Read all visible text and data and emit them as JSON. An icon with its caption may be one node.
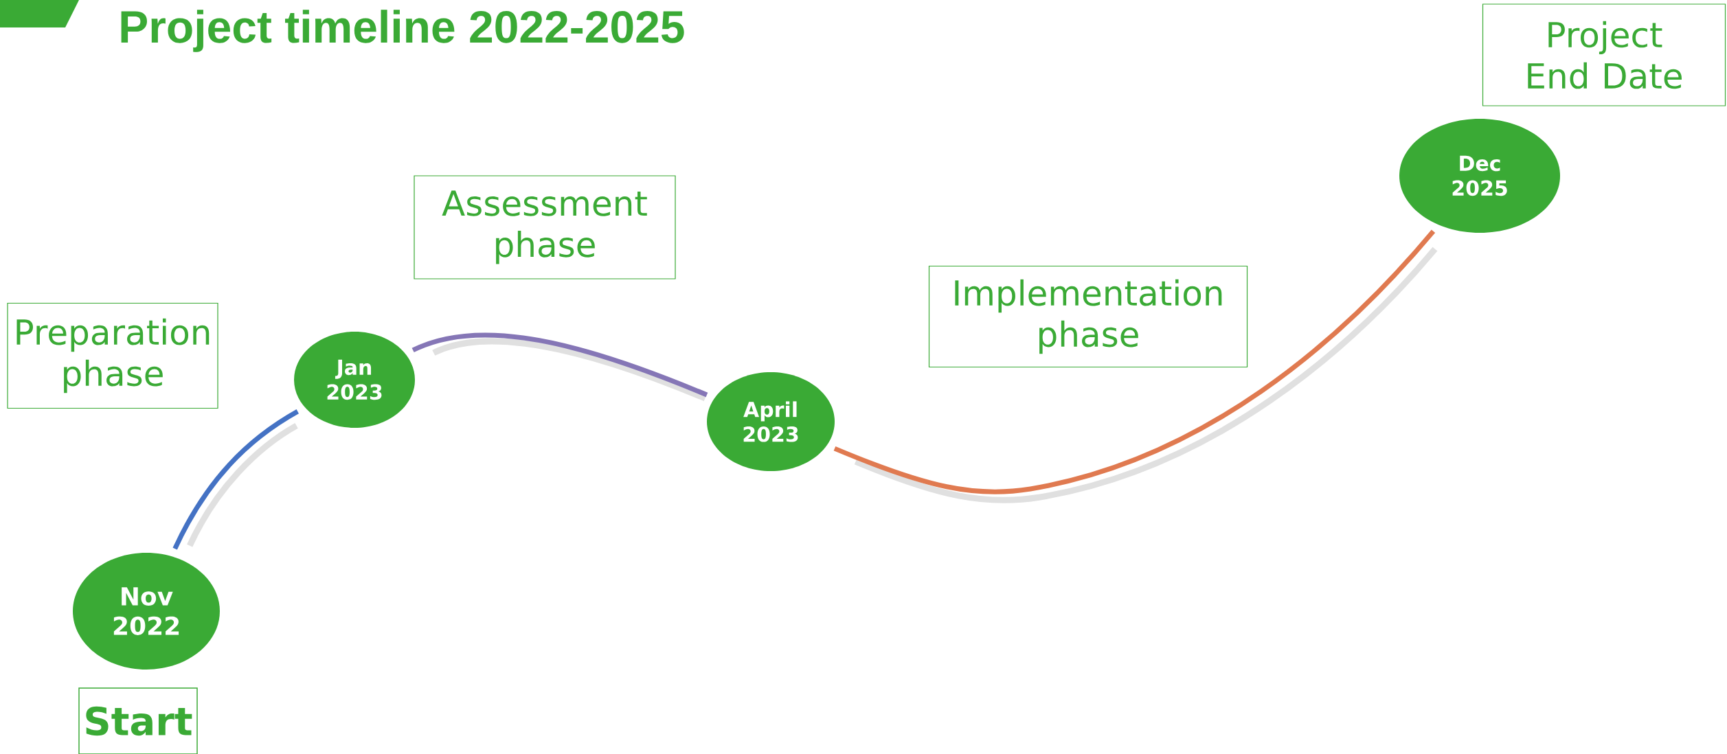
{
  "diagram": {
    "title": "Project timeline 2022-2025",
    "nodes": [
      {
        "text": [
          "Nov 2022"
        ]
      },
      {
        "text": [
          "Start"
        ]
      },
      {
        "text": [
          "Preparation phase"
        ]
      },
      {
        "text": [
          "Jan 2023"
        ]
      },
      {
        "text": [
          "Assessment phase"
        ]
      },
      {
        "text": [
          "April 2023"
        ]
      },
      {
        "text": [
          "Implementation phase"
        ]
      },
      {
        "text": [
          "Dec 2025"
        ]
      },
      {
        "text": [
          "Project End Date"
        ]
      }
    ],
    "edges": [
      {
        "from": 0,
        "to": 3,
        "arrow": "none",
        "color": "#4472c4"
      },
      {
        "from": 3,
        "to": 5,
        "arrow": "none",
        "color": "#8576b6"
      },
      {
        "from": 5,
        "to": 7,
        "arrow": "none",
        "color": "#e07a50"
      }
    ]
  }
}
